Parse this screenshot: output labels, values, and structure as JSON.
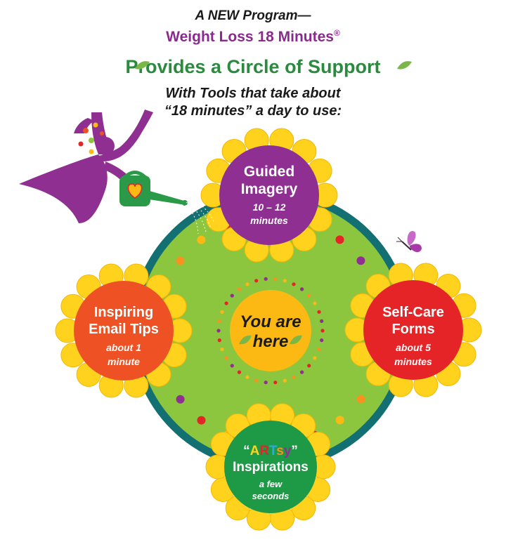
{
  "header": {
    "line1": "A NEW Program—",
    "line2": "Weight Loss 18 Minutes",
    "line2_mark": "®",
    "line3": "Provides a Circle of Support",
    "line4": "With Tools that take about",
    "line5": "“18 minutes” a day to use:"
  },
  "center": {
    "line1": "You are",
    "line2": "here"
  },
  "tools": {
    "guided": {
      "title1": "Guided",
      "title2": "Imagery",
      "time1": "10 – 12",
      "time2": "minutes",
      "color": "#8e2f91"
    },
    "email": {
      "title1": "Inspiring",
      "title2": "Email Tips",
      "time1": "about 1",
      "time2": "minute",
      "color": "#ee5224"
    },
    "selfcare": {
      "title1": "Self-Care",
      "title2": "Forms",
      "time1": "about 5",
      "time2": "minutes",
      "color": "#e42426"
    },
    "artsy": {
      "quote_open": "“",
      "letters": [
        "A",
        "R",
        "T",
        "s",
        "y"
      ],
      "quote_close": "”",
      "title2": "Inspirations",
      "time1": "a few",
      "time2": "seconds",
      "color": "#1e9a47"
    }
  },
  "colors": {
    "ring": "#126f72",
    "field": "#8cc63f",
    "petal": "#ffd21e",
    "petal_edge": "#f2b705",
    "center": "#fdb913",
    "leaf": "#7ab648",
    "header_purple": "#8b2a8e",
    "header_green": "#2c8a3f"
  },
  "icons": [
    "figure-icon",
    "watering-can-icon",
    "heart-icon",
    "butterfly-icon",
    "leaf-icon"
  ]
}
